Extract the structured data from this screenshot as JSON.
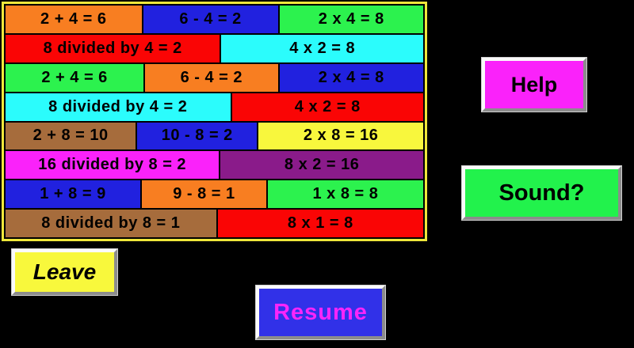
{
  "colors": {
    "screen_background": "#000000",
    "board_border": "#EFE73B",
    "card_text": "#000000"
  },
  "board": {
    "border_color": "#EFE73B",
    "rows": [
      {
        "cells": [
          {
            "label": "2 + 4 = 6",
            "bg": "#F87E21",
            "width_pct": 32.8
          },
          {
            "label": "6 - 4 = 2",
            "bg": "#2121DF",
            "width_pct": 32.5
          },
          {
            "label": "2 x 4 = 8",
            "bg": "#2CF24E",
            "width_pct": 34.7
          }
        ]
      },
      {
        "cells": [
          {
            "label": "8 divided by 4 = 2",
            "bg": "#FA0505",
            "width_pct": 51.5
          },
          {
            "label": "4 x 2 = 8",
            "bg": "#2BFCFC",
            "width_pct": 48.5
          }
        ]
      },
      {
        "cells": [
          {
            "label": "2 + 4 = 6",
            "bg": "#2CF24E",
            "width_pct": 33.3
          },
          {
            "label": "6 - 4 = 2",
            "bg": "#F87E21",
            "width_pct": 32.0
          },
          {
            "label": "2 x 4 = 8",
            "bg": "#2121DF",
            "width_pct": 34.7
          }
        ]
      },
      {
        "cells": [
          {
            "label": "8 divided by 4 = 2",
            "bg": "#2BFCFC",
            "width_pct": 54.0
          },
          {
            "label": "4 x 2 = 8",
            "bg": "#FA0505",
            "width_pct": 46.0
          }
        ]
      },
      {
        "cells": [
          {
            "label": "2 + 8 = 10",
            "bg": "#A66C3C",
            "width_pct": 31.4
          },
          {
            "label": "10 - 8 = 2",
            "bg": "#2121DF",
            "width_pct": 28.9
          },
          {
            "label": "2 x 8 = 16",
            "bg": "#F8F73D",
            "width_pct": 39.7
          }
        ]
      },
      {
        "cells": [
          {
            "label": "16 divided by 8 = 2",
            "bg": "#FA22FA",
            "width_pct": 51.3
          },
          {
            "label": "8 x 2 = 16",
            "bg": "#8A1B8A",
            "width_pct": 48.7
          }
        ]
      },
      {
        "cells": [
          {
            "label": "1 + 8 = 9",
            "bg": "#2121DF",
            "width_pct": 32.5
          },
          {
            "label": "9 - 8 = 1",
            "bg": "#F87E21",
            "width_pct": 30.0
          },
          {
            "label": "1 x 8 = 8",
            "bg": "#2CF24E",
            "width_pct": 37.5
          }
        ]
      },
      {
        "cells": [
          {
            "label": "8 divided by 8 = 1",
            "bg": "#A66C3C",
            "width_pct": 50.6
          },
          {
            "label": "8 x 1 = 8",
            "bg": "#FA0505",
            "width_pct": 49.4
          }
        ]
      }
    ]
  },
  "buttons": {
    "help": {
      "label": "Help",
      "bg": "#FA22FA",
      "text_color": "#000000"
    },
    "sound": {
      "label": "Sound?",
      "bg": "#22F24C",
      "text_color": "#000000"
    },
    "leave": {
      "label": "Leave",
      "bg": "#F8F83C",
      "text_color": "#000000"
    },
    "resume": {
      "label": "Resume",
      "bg": "#3131E8",
      "text_color": "#FA25FA"
    }
  }
}
